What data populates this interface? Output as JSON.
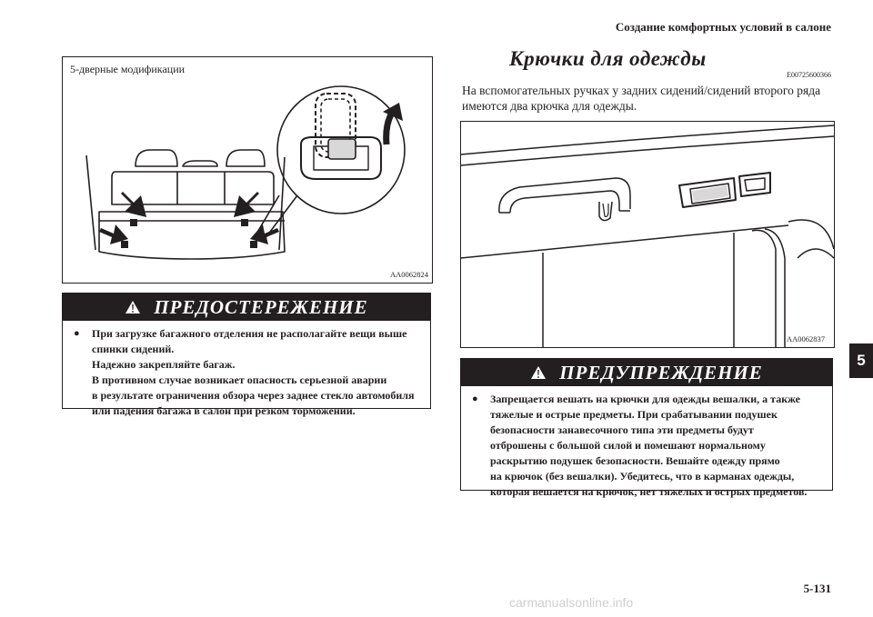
{
  "header": {
    "section_title": "Создание комфортных условий в салоне"
  },
  "main": {
    "title": "Крючки для одежды",
    "code": "E00725600366",
    "intro": "На вспомогательных ручках у задних сидений/сидений второго ряда имеются два крючка для одежды."
  },
  "figure_left": {
    "caption": "5-дверные модификации",
    "image_id": "AA0062824"
  },
  "figure_right": {
    "image_id": "AA0062837"
  },
  "caution": {
    "heading": "ПРЕДОСТЕРЕЖЕНИЕ",
    "icon": "warning-triangle-icon",
    "items": [
      {
        "bullet": "●",
        "lines": [
          "При загрузке багажного отделения не располагайте вещи выше",
          "спинки сидений.",
          "Надежно закрепляйте багаж.",
          "В противном случае возникает опасность серьезной аварии",
          "в результате ограничения обзора через заднее стекло автомобиля",
          "или падения багажа в салон при резком торможении."
        ]
      }
    ]
  },
  "warning": {
    "heading": "ПРЕДУПРЕЖДЕНИЕ",
    "icon": "warning-triangle-icon",
    "items": [
      {
        "bullet": "●",
        "lines": [
          "Запрещается вешать на крючки для одежды вешалки, а также",
          "тяжелые и острые предметы. При срабатывании подушек",
          "безопасности занавесочного типа эти предметы будут",
          "отброшены с большой силой и помешают нормальному",
          "раскрытию подушек безопасности. Вешайте одежду прямо",
          "на крючок (без вешалки). Убедитесь, что в карманах одежды,",
          "которая вешается на крючок, нет тяжелых и острых предметов."
        ]
      }
    ]
  },
  "side_tab": {
    "label": "5"
  },
  "footer": {
    "page_number": "5-131",
    "watermark": "carmanualsonline.info"
  },
  "colors": {
    "ink": "#231f20",
    "paper": "#ffffff",
    "watermark": "#cfcfcf"
  }
}
